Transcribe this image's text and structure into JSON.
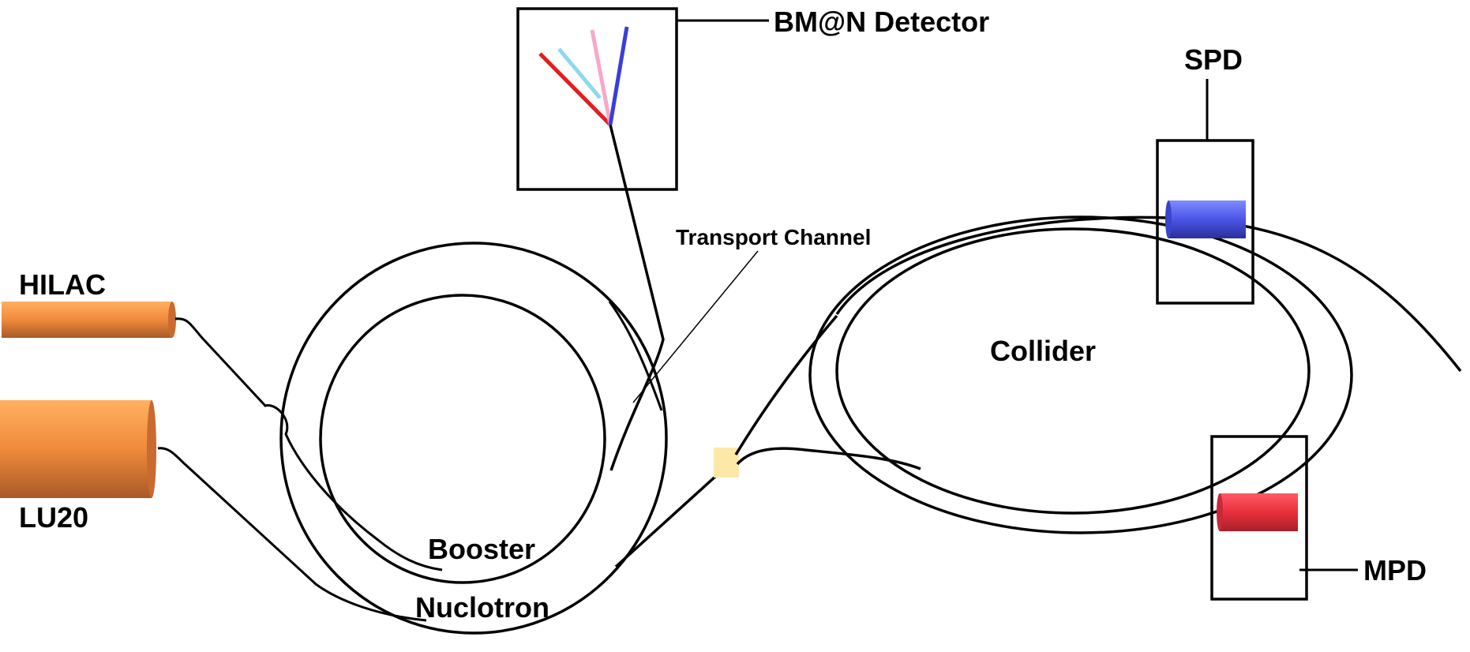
{
  "diagram": {
    "labels": {
      "hilac": "HILAC",
      "lu20": "LU20",
      "booster": "Booster",
      "nuclotron": "Nuclotron",
      "transport_channel": "Transport Channel",
      "bman_detector": "BM@N Detector",
      "collider": "Collider",
      "spd": "SPD",
      "mpd": "MPD"
    },
    "colors": {
      "injector_orange": "#e07a30",
      "injector_orange_light": "#ffa64d",
      "junction_yellow": "#fce9a8",
      "spd_blue": "#4a55e6",
      "mpd_red": "#e8303c",
      "track_red": "#e01f1f",
      "track_light_blue": "#8fd8ee",
      "track_pink": "#f7a8c8",
      "track_blue": "#3a3fd6"
    }
  }
}
